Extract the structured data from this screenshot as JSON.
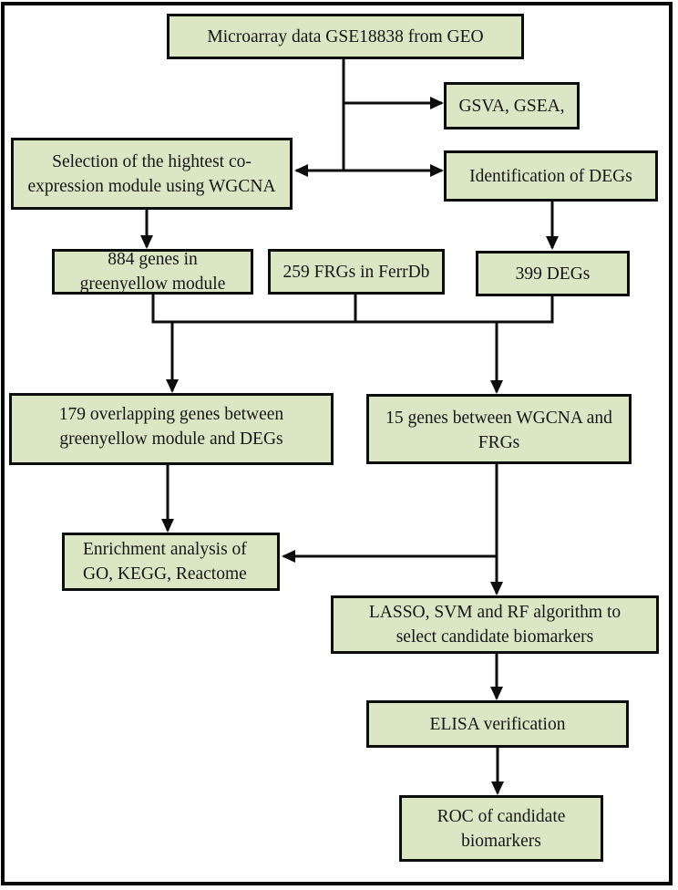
{
  "figure": {
    "type": "flowchart",
    "colors": {
      "background": "#ffffff",
      "outer_border": "#060606",
      "node_fill": "#dbe6c4",
      "node_border": "#0d0d0d",
      "arrow": "#0d0d0d",
      "text": "#161616"
    },
    "nodes": {
      "microarray": {
        "label": "Microarray data GSE18838 from GEO"
      },
      "gsva_gsea": {
        "label": "GSVA, GSEA,"
      },
      "wgcna_selection": {
        "label": "Selection of the hightest co-\nexpression module using WGCNA"
      },
      "deg_identification": {
        "label": "Identification of DEGs"
      },
      "genes_884": {
        "label": "884 genes in\ngreenyellow module"
      },
      "frgs_259": {
        "label": "259 FRGs in FerrDb"
      },
      "degs_399": {
        "label": "399 DEGs"
      },
      "overlap_179": {
        "label": "179 overlapping genes between\ngreenyellow module and DEGs"
      },
      "genes_15": {
        "label": "15 genes between WGCNA and\nFRGs"
      },
      "enrichment": {
        "label": "Enrichment analysis of\nGO, KEGG, Reactome"
      },
      "lasso_svm_rf": {
        "label": "LASSO, SVM and RF algorithm to\nselect candidate biomarkers"
      },
      "elisa": {
        "label": "ELISA verification"
      },
      "roc": {
        "label": "ROC of candidate\nbiomarkers"
      }
    },
    "connections": [
      {
        "from": "microarray",
        "to": "gsva_gsea"
      },
      {
        "from": "microarray",
        "to": "deg_identification"
      },
      {
        "from": "microarray",
        "to": "wgcna_selection"
      },
      {
        "from": "deg_identification",
        "to": "wgcna_selection",
        "bidirectional_with": "microarray branch"
      },
      {
        "from": "wgcna_selection",
        "to": "genes_884"
      },
      {
        "from": "deg_identification",
        "to": "degs_399"
      },
      {
        "from": "genes_884",
        "to": "overlap_179",
        "via": "merge with frgs_259 and degs_399"
      },
      {
        "from": "frgs_259",
        "to": "merge line"
      },
      {
        "from": "degs_399",
        "to": "merge line"
      },
      {
        "from": "merge line",
        "to": "genes_15"
      },
      {
        "from": "overlap_179",
        "to": "enrichment"
      },
      {
        "from": "genes_15",
        "to": "enrichment"
      },
      {
        "from": "genes_15",
        "to": "lasso_svm_rf"
      },
      {
        "from": "lasso_svm_rf",
        "to": "elisa"
      },
      {
        "from": "elisa",
        "to": "roc"
      }
    ]
  }
}
